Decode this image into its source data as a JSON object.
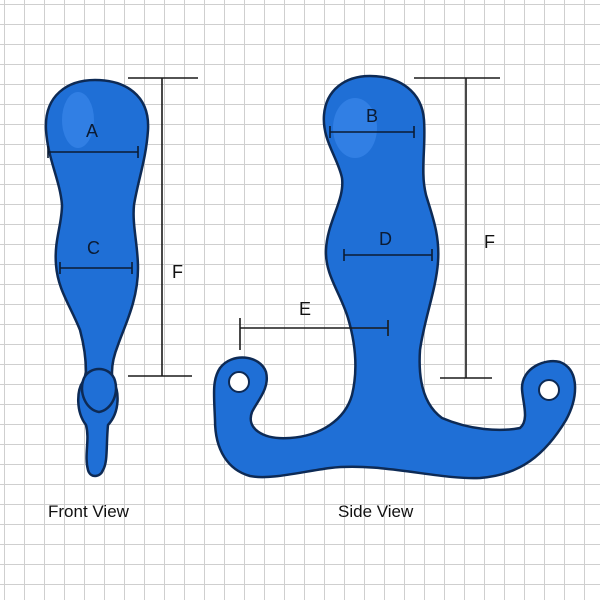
{
  "views": {
    "front": {
      "caption": "Front View",
      "labels": {
        "a": "A",
        "c": "C",
        "f": "F"
      }
    },
    "side": {
      "caption": "Side View",
      "labels": {
        "b": "B",
        "d": "D",
        "e": "E",
        "f": "F"
      }
    }
  },
  "colors": {
    "body": "#1f6fd6",
    "outline": "#0d2a55",
    "grid": "#cfcfcf"
  }
}
